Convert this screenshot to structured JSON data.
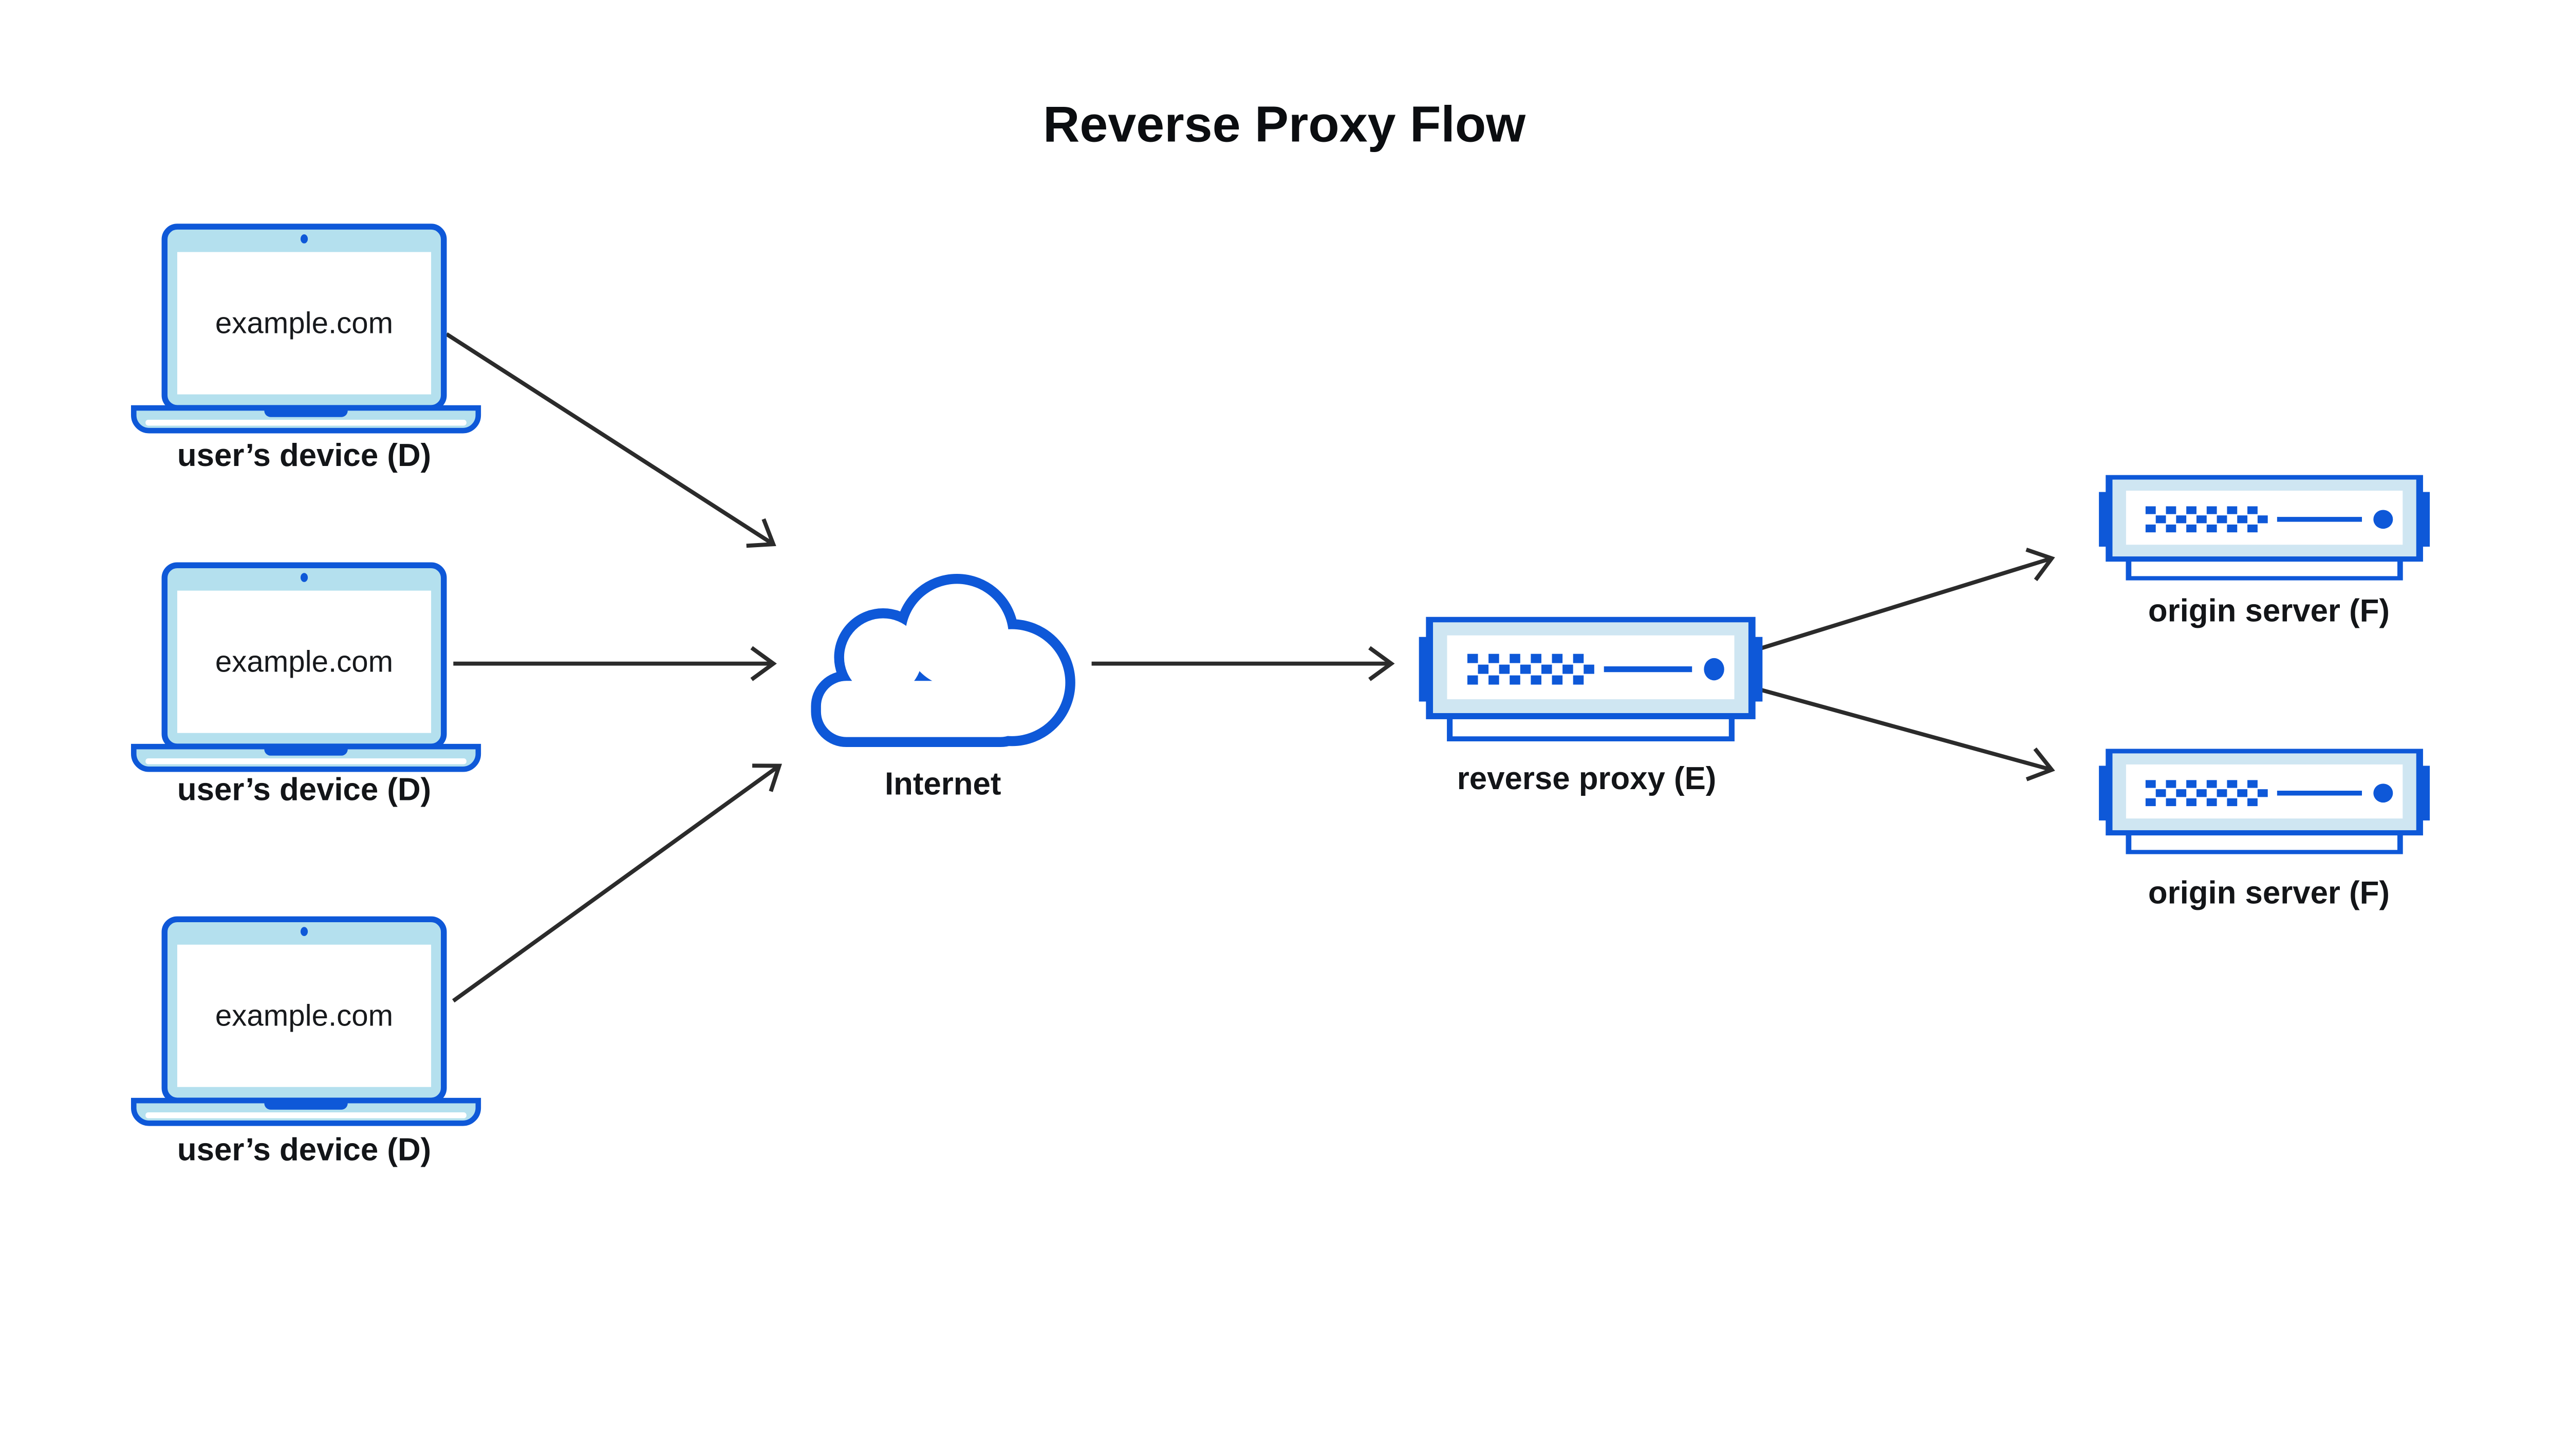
{
  "title": "Reverse Proxy Flow",
  "nodes": {
    "devices": [
      {
        "id": "user-device-1",
        "screen_text": "example.com",
        "label": "user’s device (D)",
        "icon": "laptop-icon"
      },
      {
        "id": "user-device-2",
        "screen_text": "example.com",
        "label": "user’s device (D)",
        "icon": "laptop-icon"
      },
      {
        "id": "user-device-3",
        "screen_text": "example.com",
        "label": "user’s device (D)",
        "icon": "laptop-icon"
      }
    ],
    "internet": {
      "id": "internet",
      "label": "Internet",
      "icon": "cloud-icon"
    },
    "reverse_proxy": {
      "id": "reverse-proxy",
      "label": "reverse proxy (E)",
      "icon": "server-icon"
    },
    "origin_servers": [
      {
        "id": "origin-server-1",
        "label": "origin server (F)",
        "icon": "server-icon"
      },
      {
        "id": "origin-server-2",
        "label": "origin server (F)",
        "icon": "server-icon"
      }
    ]
  },
  "edges": [
    {
      "from": "user-device-1",
      "to": "internet"
    },
    {
      "from": "user-device-2",
      "to": "internet"
    },
    {
      "from": "user-device-3",
      "to": "internet"
    },
    {
      "from": "internet",
      "to": "reverse-proxy"
    },
    {
      "from": "reverse-proxy",
      "to": "origin-server-1"
    },
    {
      "from": "reverse-proxy",
      "to": "origin-server-2"
    }
  ],
  "colors": {
    "accent_blue": "#0e58d8",
    "laptop_fill": "#b4e0ee",
    "server_fill": "#cfe6f2",
    "arrow": "#2b2b2b",
    "text": "#131518",
    "background": "#ffffff"
  }
}
